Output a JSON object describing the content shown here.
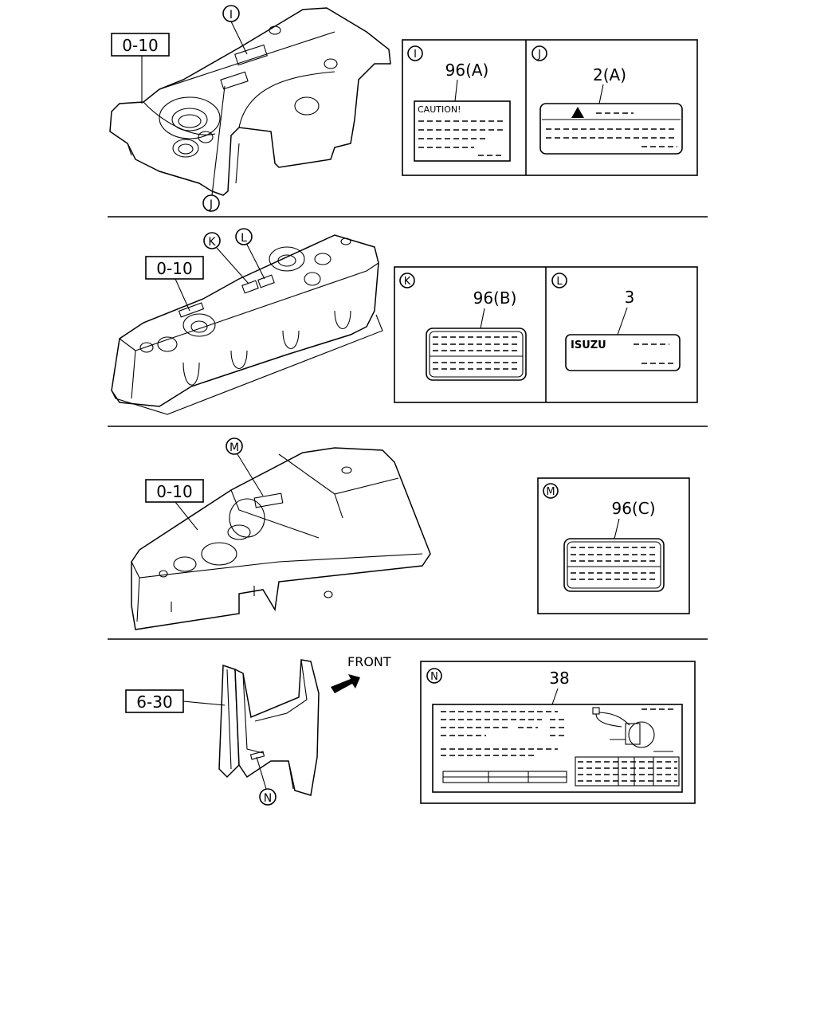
{
  "sections": [
    {
      "ref_label": "0-10",
      "callouts": [
        {
          "letter": "I",
          "part_no": "96(A)",
          "label_heading": "CAUTION!"
        },
        {
          "letter": "J",
          "part_no": "2(A)"
        }
      ]
    },
    {
      "ref_label": "0-10",
      "callouts": [
        {
          "letter": "K",
          "part_no": "96(B)"
        },
        {
          "letter": "L",
          "part_no": "3",
          "brand": "ISUZU"
        }
      ]
    },
    {
      "ref_label": "0-10",
      "callouts": [
        {
          "letter": "M",
          "part_no": "96(C)"
        }
      ]
    },
    {
      "ref_label": "6-30",
      "direction": "FRONT",
      "callouts": [
        {
          "letter": "N",
          "part_no": "38"
        }
      ]
    }
  ]
}
